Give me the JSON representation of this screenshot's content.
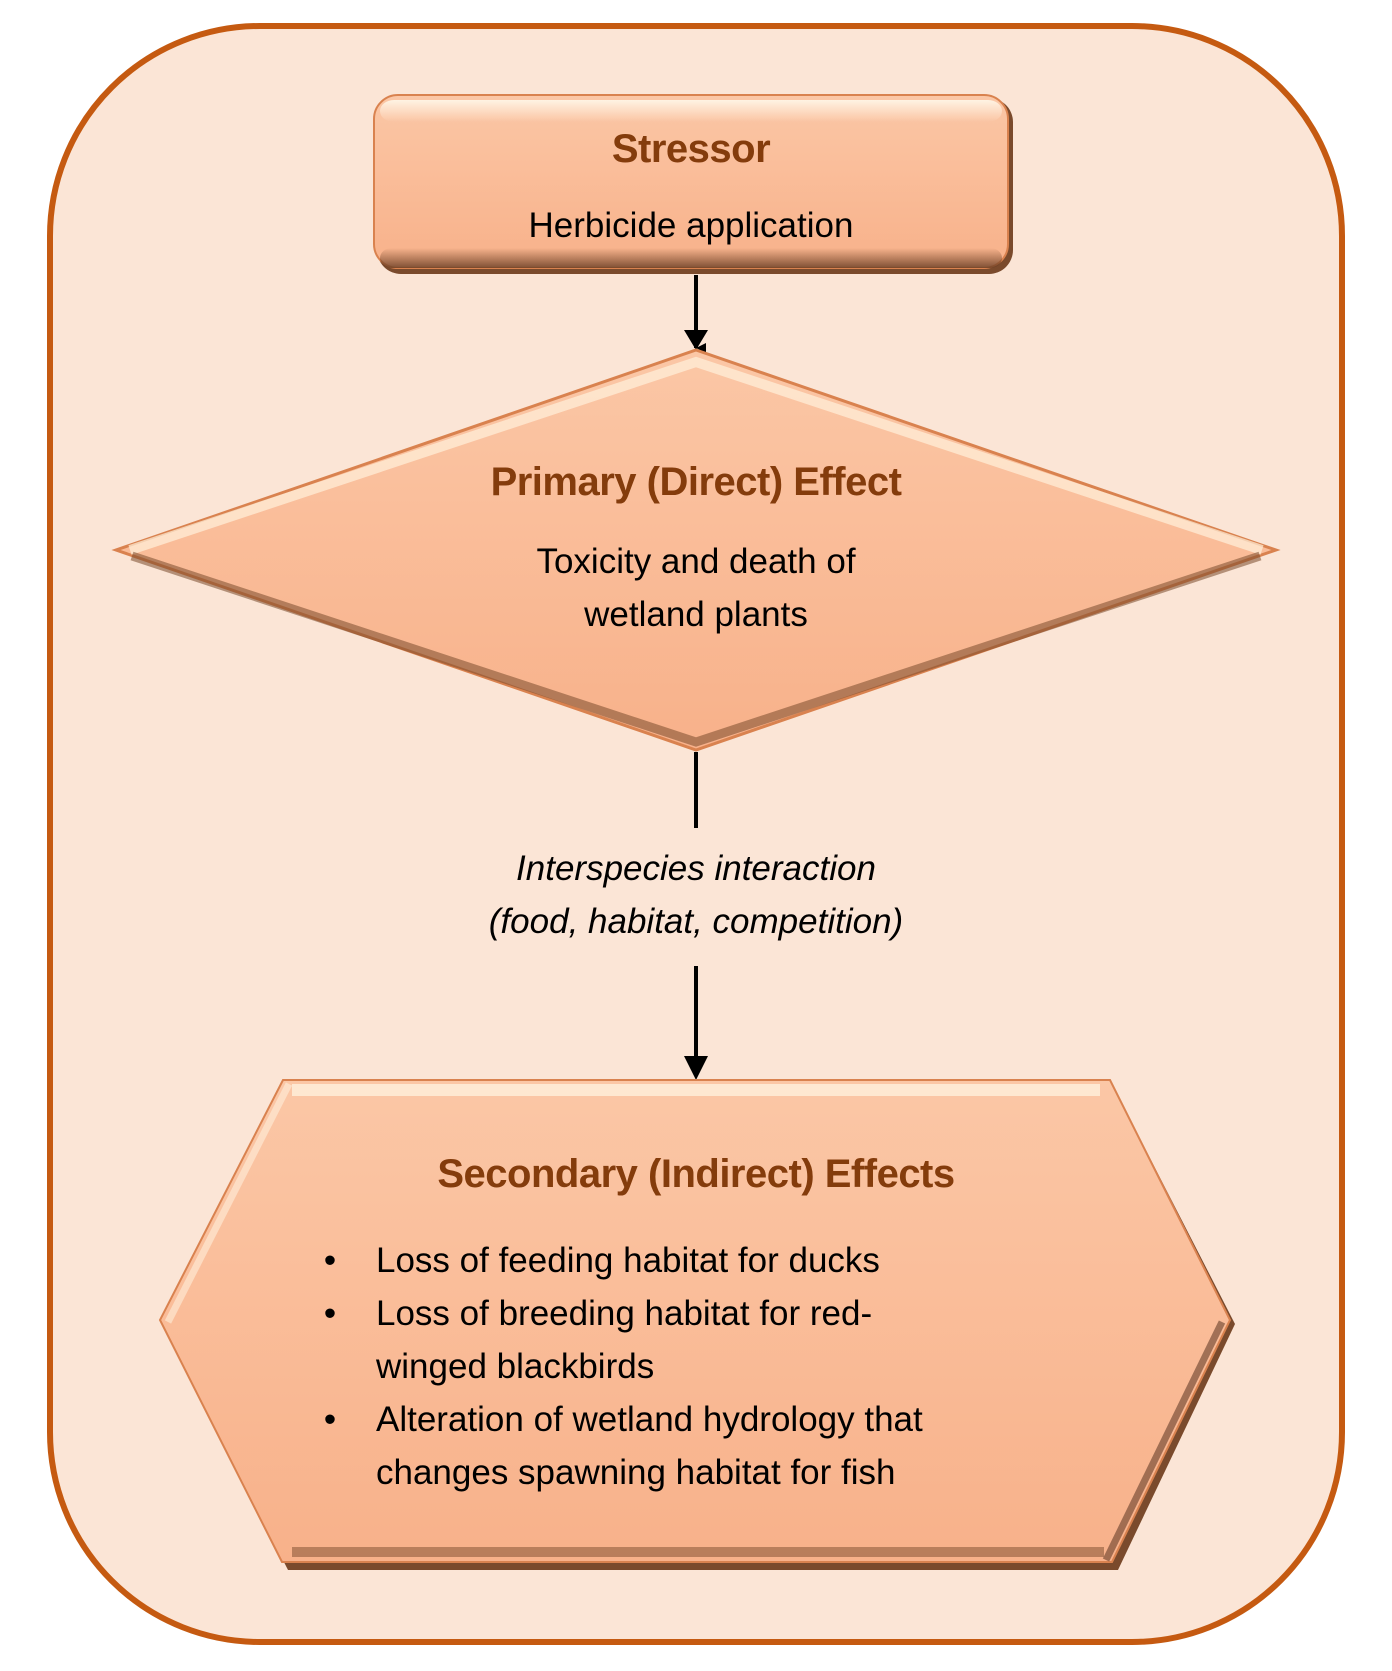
{
  "diagram": {
    "colors": {
      "frame_fill": "#fbe5d6",
      "frame_border": "#c55a11",
      "shape_fill": "#f8b48f",
      "shape_highlight": "#fff2e4",
      "shape_shadow": "#7a4a2c",
      "title_text": "#843c0c",
      "connector": "#000000"
    },
    "stressor": {
      "title": "Stressor",
      "description": "Herbicide application"
    },
    "primary_effect": {
      "title": "Primary (Direct) Effect",
      "description_line1": "Toxicity and death of",
      "description_line2": "wetland plants"
    },
    "interaction": {
      "line1": "Interspecies interaction",
      "line2": "(food, habitat, competition)"
    },
    "secondary_effects": {
      "title": "Secondary (Indirect) Effects",
      "bullet_symbol": "•",
      "items": [
        {
          "line1": "Loss of feeding habitat for ducks",
          "line2": ""
        },
        {
          "line1": "Loss of breeding habitat for red-",
          "line2": "winged blackbirds"
        },
        {
          "line1": "Alteration of wetland hydrology that",
          "line2": "changes spawning habitat for fish"
        }
      ]
    }
  }
}
